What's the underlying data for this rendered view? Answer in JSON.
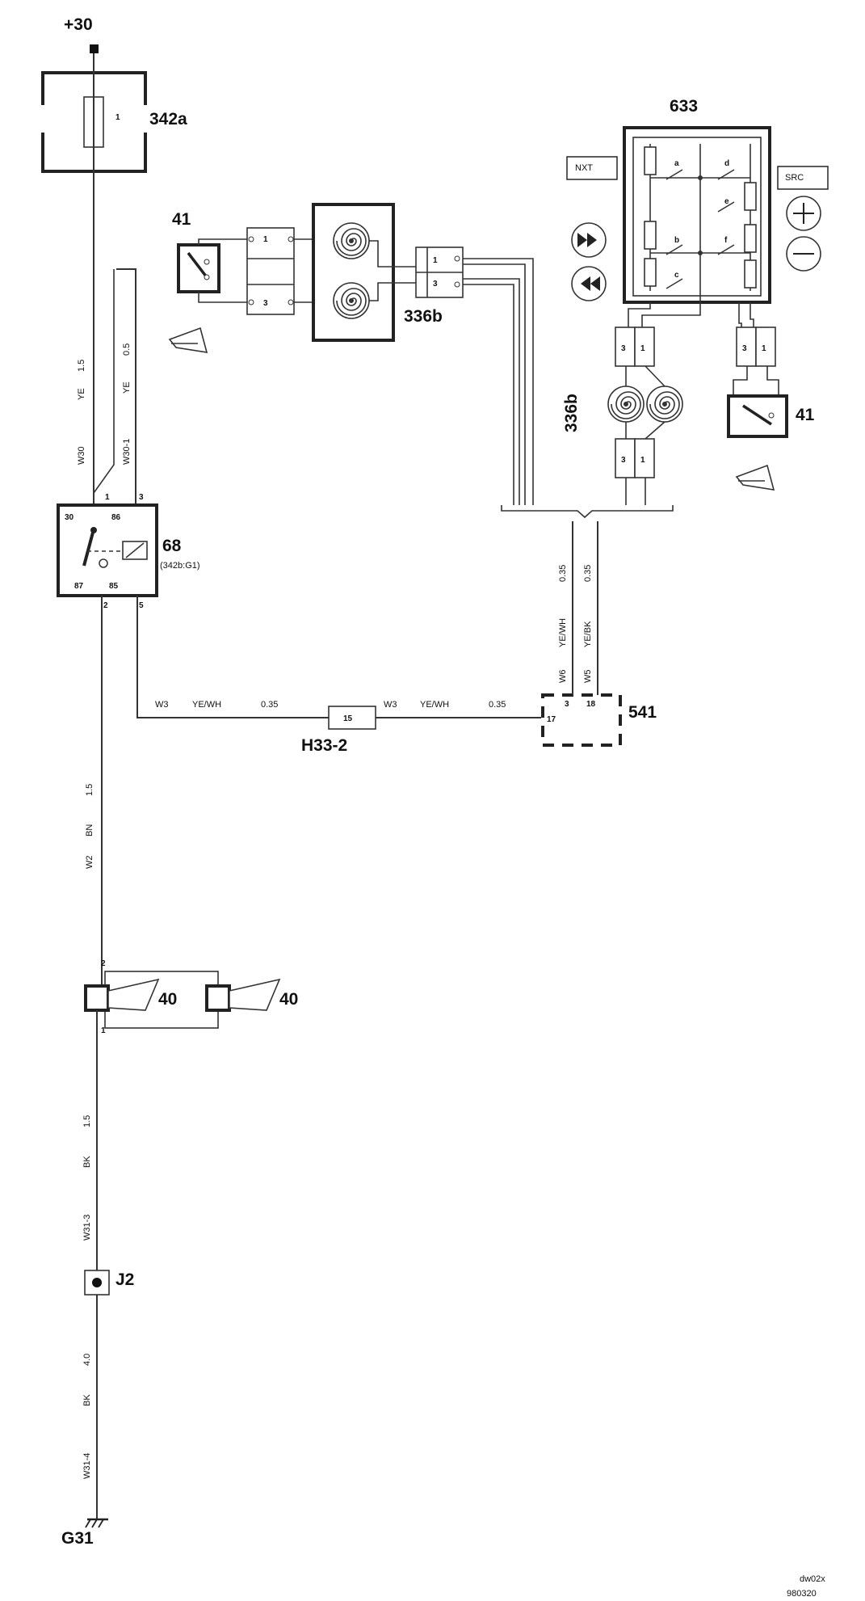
{
  "supply": "+30",
  "components": {
    "fuse_box": {
      "label": "342a",
      "pin": "1"
    },
    "relay": {
      "label": "68",
      "sub": "(342b:G1)",
      "pins": [
        "30",
        "86",
        "87",
        "85",
        "1",
        "3",
        "2",
        "5"
      ]
    },
    "switch_left": {
      "label": "41"
    },
    "switch_right": {
      "label": "41"
    },
    "clock_spring_top": {
      "label": "336b",
      "pins": [
        "1",
        "3"
      ]
    },
    "clock_spring_right": {
      "label": "336b",
      "pins": [
        "3",
        "1",
        "3",
        "1",
        "3",
        "1"
      ]
    },
    "left_connector_pins": [
      "1",
      "3"
    ],
    "radio_panel": {
      "label": "633",
      "nxt": "NXT",
      "src": "SRC",
      "switches": [
        "a",
        "b",
        "c",
        "d",
        "e",
        "f"
      ]
    },
    "control_unit": {
      "label": "541",
      "pins": [
        "3",
        "18",
        "17"
      ]
    },
    "splice_h33": {
      "label": "H33-2",
      "pin": "15"
    },
    "horn_left": {
      "label": "40",
      "pins": [
        "2",
        "1"
      ]
    },
    "horn_right": {
      "label": "40"
    },
    "junction": {
      "label": "J2"
    },
    "ground": {
      "label": "G31"
    }
  },
  "wires": {
    "w30": {
      "id": "W30",
      "color": "YE",
      "size": "1.5"
    },
    "w30_1": {
      "id": "W30-1",
      "color": "YE",
      "size": "0.5"
    },
    "w6": {
      "id": "W6",
      "color": "YE/WH",
      "size": "0.35"
    },
    "w5": {
      "id": "W5",
      "color": "YE/BK",
      "size": "0.35"
    },
    "w3a": {
      "id": "W3",
      "color": "YE/WH",
      "size": "0.35"
    },
    "w3b": {
      "id": "W3",
      "color": "YE/WH",
      "size": "0.35"
    },
    "w2": {
      "id": "W2",
      "color": "BN",
      "size": "1.5"
    },
    "w31_3": {
      "id": "W31-3",
      "color": "BK",
      "size": "1.5"
    },
    "w31_4": {
      "id": "W31-4",
      "color": "BK",
      "size": "4.0"
    }
  },
  "footer": {
    "code": "dw02x",
    "date": "980320"
  },
  "icons": [
    "horn-icon",
    "fast-forward-icon",
    "rewind-icon",
    "plus-icon",
    "minus-icon",
    "clock-spring-icon",
    "fuse-icon",
    "ground-icon"
  ]
}
